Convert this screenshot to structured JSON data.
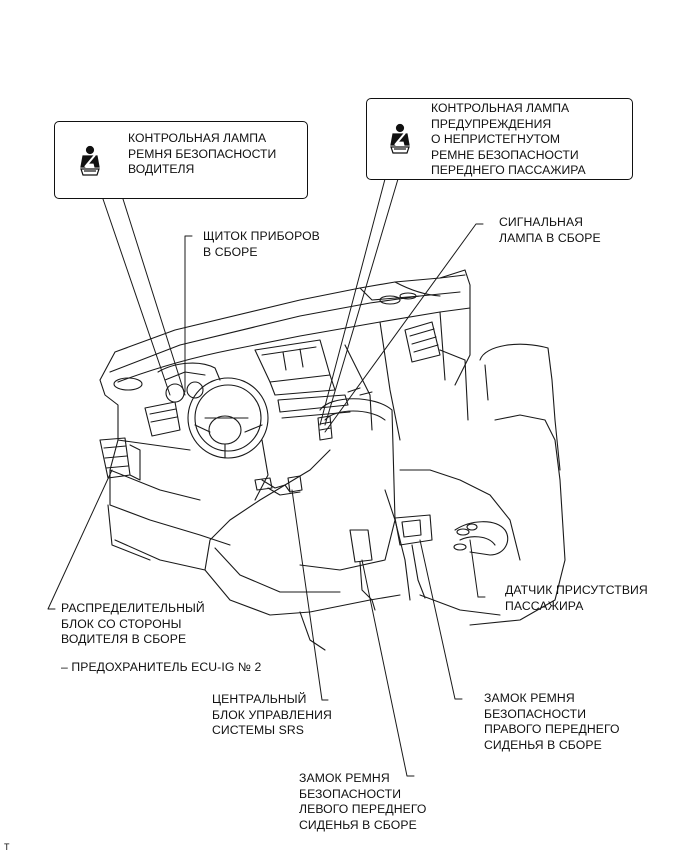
{
  "callouts": {
    "driver_lamp": [
      "КОНТРОЛЬНАЯ ЛАМПА",
      "РЕМНЯ БЕЗОПАСНОСТИ",
      "ВОДИТЕЛЯ"
    ],
    "passenger_lamp": [
      "КОНТРОЛЬНАЯ ЛАМПА",
      "ПРЕДУПРЕЖДЕНИЯ",
      "О НЕПРИСТЕГНУТОМ",
      "РЕМНЕ БЕЗОПАСНОСТИ",
      "ПЕРЕДНЕГО ПАССАЖИРА"
    ]
  },
  "labels": {
    "combination_meter": [
      "ЩИТОК ПРИБОРОВ",
      "В СБОРЕ"
    ],
    "signal_lamp": [
      "СИГНАЛЬНАЯ",
      "ЛАМПА В СБОРЕ"
    ],
    "junction_block": [
      "РАСПРЕДЕЛИТЕЛЬНЫЙ",
      "БЛОК СО СТОРОНЫ",
      "ВОДИТЕЛЯ В СБОРЕ"
    ],
    "fuse": "– ПРЕДОХРАНИТЕЛЬ ECU-IG № 2",
    "occupant_sensor": [
      "ДАТЧИК ПРИСУТСТВИЯ",
      "ПАССАЖИРА"
    ],
    "srs_unit": [
      "ЦЕНТРАЛЬНЫЙ",
      "БЛОК УПРАВЛЕНИЯ",
      "СИСТЕМЫ SRS"
    ],
    "right_buckle": [
      "ЗАМОК РЕМНЯ",
      "БЕЗОПАСНОСТИ",
      "ПРАВОГО ПЕРЕДНЕГО",
      "СИДЕНЬЯ В СБОРЕ"
    ],
    "left_buckle": [
      "ЗАМОК РЕМНЯ",
      "БЕЗОПАСНОСТИ",
      "ЛЕВОГО ПЕРЕДНЕГО",
      "СИДЕНЬЯ В СБОРЕ"
    ]
  },
  "corner_mark": "T",
  "icons": [
    "seatbelt-warning-icon",
    "seatbelt-warning-icon"
  ]
}
